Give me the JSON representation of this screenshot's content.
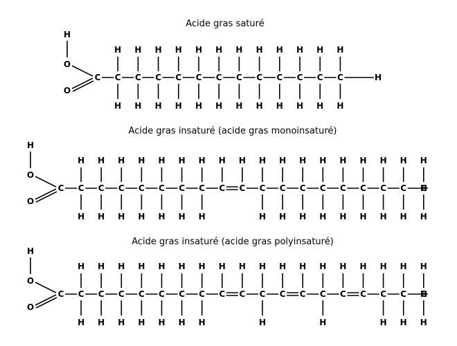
{
  "molecules": [
    {
      "title": "Acide gras saturé",
      "carbons": 13,
      "double_bonds_after": [],
      "missing_top_h": [],
      "missing_bottom_h": []
    },
    {
      "title": "Acide gras insaturé (acide gras monoinsaturé)",
      "carbons": 19,
      "double_bonds_after": [
        8
      ],
      "missing_top_h": [],
      "missing_bottom_h": [
        8,
        9
      ]
    },
    {
      "title": "Acide gras insaturé (acide gras polyinsaturé)",
      "carbons": 19,
      "double_bonds_after": [
        8,
        11,
        14
      ],
      "missing_top_h": [],
      "missing_bottom_h": [
        8,
        9,
        11,
        12,
        14,
        15
      ]
    }
  ],
  "atoms": {
    "carbon": "C",
    "hydrogen": "H",
    "oxygen": "O"
  }
}
